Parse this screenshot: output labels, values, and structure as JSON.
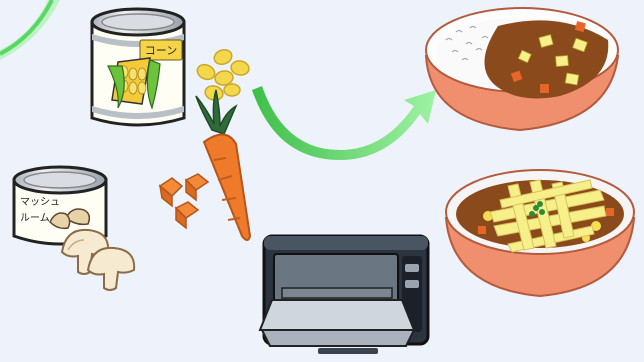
{
  "labels": {
    "corn_can": "コーン",
    "mushroom_can_line1": "マッシュ",
    "mushroom_can_line2": "ルーム"
  },
  "icons": {
    "corn_can": "canned-corn-icon",
    "corn_kernels": "corn-kernels-icon",
    "mushroom_can": "canned-mushroom-icon",
    "mushroom_slices": "sliced-mushroom-icon",
    "carrot": "carrot-icon",
    "carrot_cubes": "diced-carrot-icon",
    "toaster_oven": "toaster-oven-icon",
    "arrow": "curved-arrow-icon",
    "curry": "curry-rice-icon",
    "baked_curry": "baked-curry-icon"
  },
  "colors": {
    "background": "#eef2fa",
    "arrow_green": "#4fd25a",
    "carrot_orange": "#ef7a2a",
    "curry_brown": "#8a4a1c",
    "bowl_salmon": "#ef8f6e",
    "cheese_yellow": "#f7f08a",
    "corn_yellow": "#f2d84a"
  }
}
